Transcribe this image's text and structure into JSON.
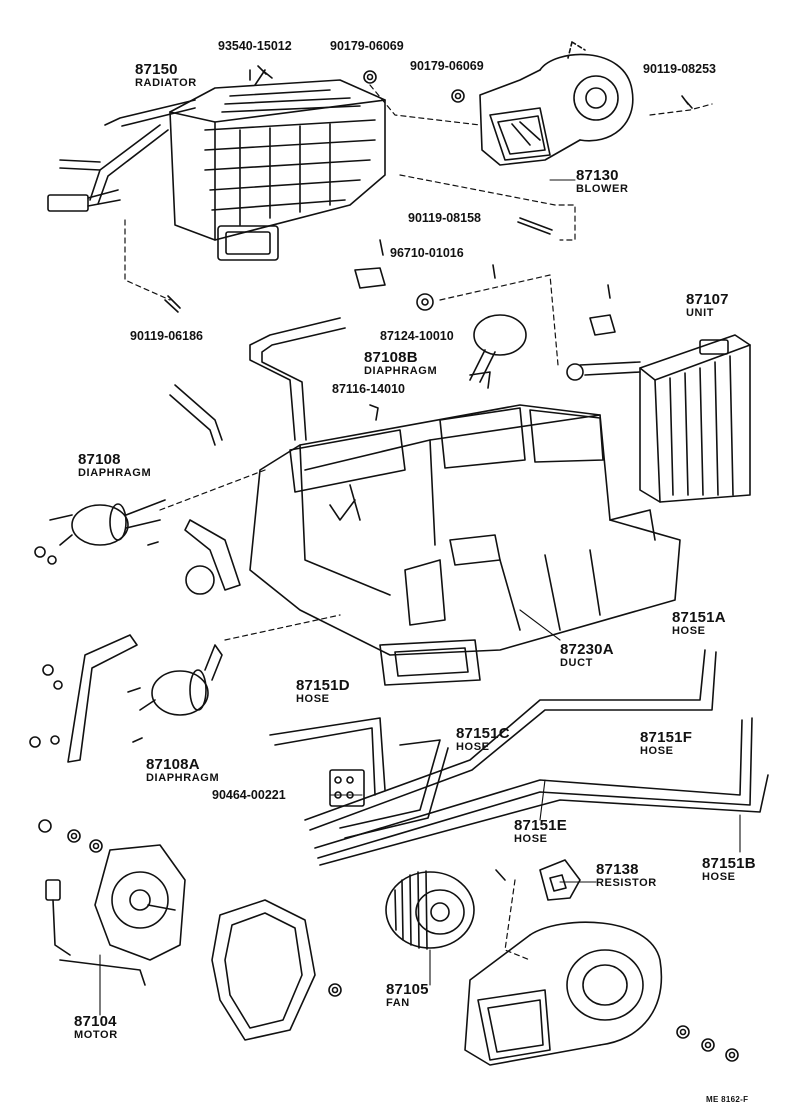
{
  "callouts": [
    {
      "id": "radiator",
      "number": "87150",
      "name": "RADIATOR"
    },
    {
      "id": "blower",
      "number": "87130",
      "name": "BLOWER"
    },
    {
      "id": "unit",
      "number": "87107",
      "name": "UNIT"
    },
    {
      "id": "diaphragm-b",
      "number": "87108B",
      "name": "DIAPHRAGM"
    },
    {
      "id": "diaphragm",
      "number": "87108",
      "name": "DIAPHRAGM"
    },
    {
      "id": "duct",
      "number": "87230A",
      "name": "DUCT"
    },
    {
      "id": "hose-a",
      "number": "87151A",
      "name": "HOSE"
    },
    {
      "id": "hose-d",
      "number": "87151D",
      "name": "HOSE"
    },
    {
      "id": "hose-c",
      "number": "87151C",
      "name": "HOSE"
    },
    {
      "id": "hose-f",
      "number": "87151F",
      "name": "HOSE"
    },
    {
      "id": "diaphragm-a",
      "number": "87108A",
      "name": "DIAPHRAGM"
    },
    {
      "id": "hose-e",
      "number": "87151E",
      "name": "HOSE"
    },
    {
      "id": "hose-b",
      "number": "87151B",
      "name": "HOSE"
    },
    {
      "id": "resistor",
      "number": "87138",
      "name": "RESISTOR"
    },
    {
      "id": "fan",
      "number": "87105",
      "name": "FAN"
    },
    {
      "id": "motor",
      "number": "87104",
      "name": "MOTOR"
    }
  ],
  "part_numbers": [
    "93540-15012",
    "90179-06069",
    "90179-06069",
    "90119-08253",
    "90119-08158",
    "96710-01016",
    "90119-06186",
    "87124-10010",
    "87116-14010",
    "90464-00221"
  ],
  "figure_code": "ME 8162-F"
}
